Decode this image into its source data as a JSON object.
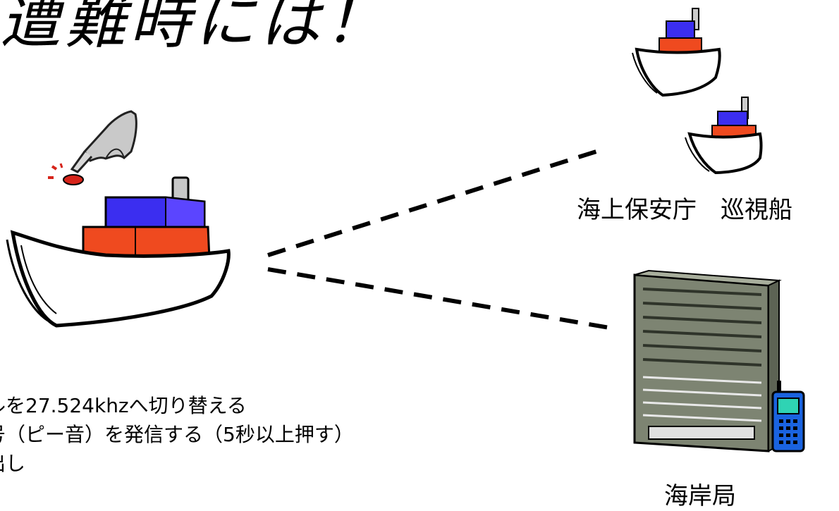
{
  "title": "遭難時には！",
  "labels": {
    "patrol": "海上保安庁　巡視船",
    "coast": "海岸局"
  },
  "steps": [
    "ルを27.524khzへ切り替える",
    "号（ピー音）を発信する（5秒以上押す）",
    "出し"
  ],
  "colors": {
    "cabin_blue": "#3b2ef0",
    "deck_orange": "#ef4a1f",
    "hull": "#ffffff",
    "building": "#7d8472",
    "phone": "#1a63e0",
    "button_red": "#d6241a"
  }
}
